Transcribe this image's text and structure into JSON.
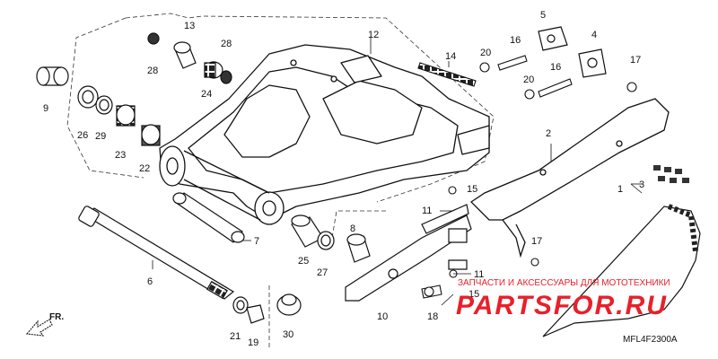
{
  "diagram": {
    "part_labels": {
      "p1": "1",
      "p2": "2",
      "p3": "3",
      "p4": "4",
      "p5": "5",
      "p6": "6",
      "p7": "7",
      "p8": "8",
      "p9": "9",
      "p10": "10",
      "p11a": "11",
      "p11b": "11",
      "p12": "12",
      "p13": "13",
      "p14": "14",
      "p15a": "15",
      "p15b": "15",
      "p16a": "16",
      "p16b": "16",
      "p17a": "17",
      "p17b": "17",
      "p18": "18",
      "p19": "19",
      "p20a": "20",
      "p20b": "20",
      "p21": "21",
      "p22": "22",
      "p23": "23",
      "p24": "24",
      "p25": "25",
      "p26": "26",
      "p27": "27",
      "p28a": "28",
      "p28b": "28",
      "p29": "29",
      "p30": "30"
    },
    "direction_label": "FR.",
    "diagram_code": "MFL4F2300A"
  },
  "watermark": {
    "small_text": "ЗАПЧАСТИ И АКСЕССУАРЫ ДЛЯ МОТОТЕХНИКИ",
    "logo_text": "PARTSFOR.RU",
    "color": "#e8202a"
  }
}
